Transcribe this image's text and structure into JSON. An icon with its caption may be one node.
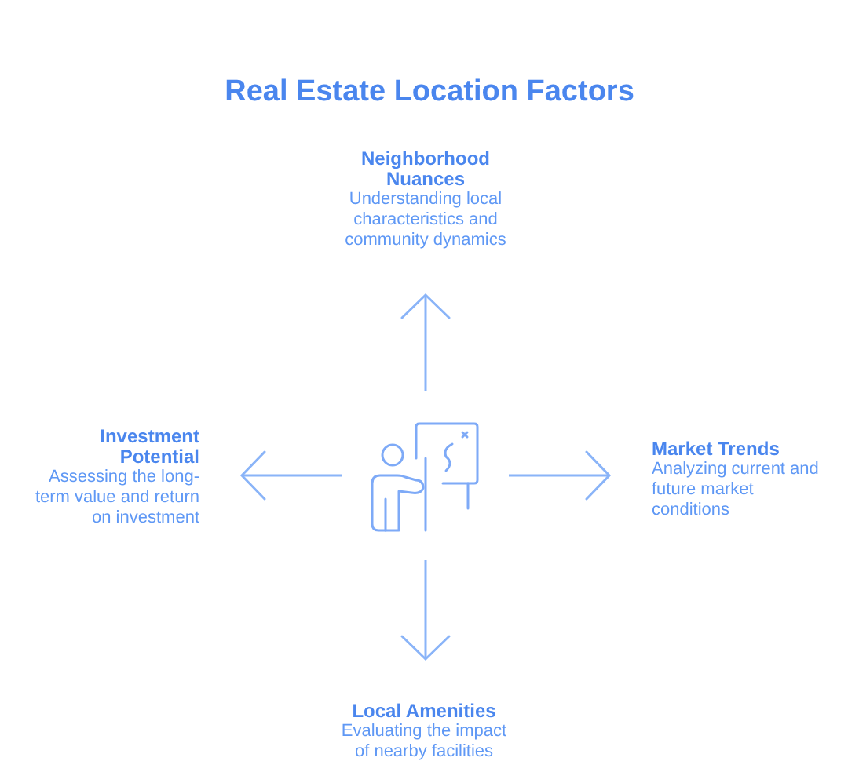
{
  "diagram": {
    "title": "Real Estate Location Factors",
    "nodes": [
      {
        "text": [
          "Neighborhood Nuances",
          "Understanding local characteristics and community dynamics"
        ]
      },
      {
        "text": [
          "Investment Potential",
          "Assessing the long-term value and return on investment"
        ]
      },
      {
        "text": [],
        "shape": "picture"
      },
      {
        "text": [
          "Market Trends",
          "Analyzing current and future market conditions"
        ]
      },
      {
        "text": [
          "Local Amenities",
          "Evaluating the impact of nearby facilities"
        ]
      }
    ],
    "edges": [
      {
        "from": 2,
        "to": 0,
        "arrow": "to"
      },
      {
        "from": 2,
        "to": 1,
        "arrow": "to"
      },
      {
        "from": 2,
        "to": 3,
        "arrow": "to"
      },
      {
        "from": 2,
        "to": 4,
        "arrow": "to"
      }
    ]
  }
}
